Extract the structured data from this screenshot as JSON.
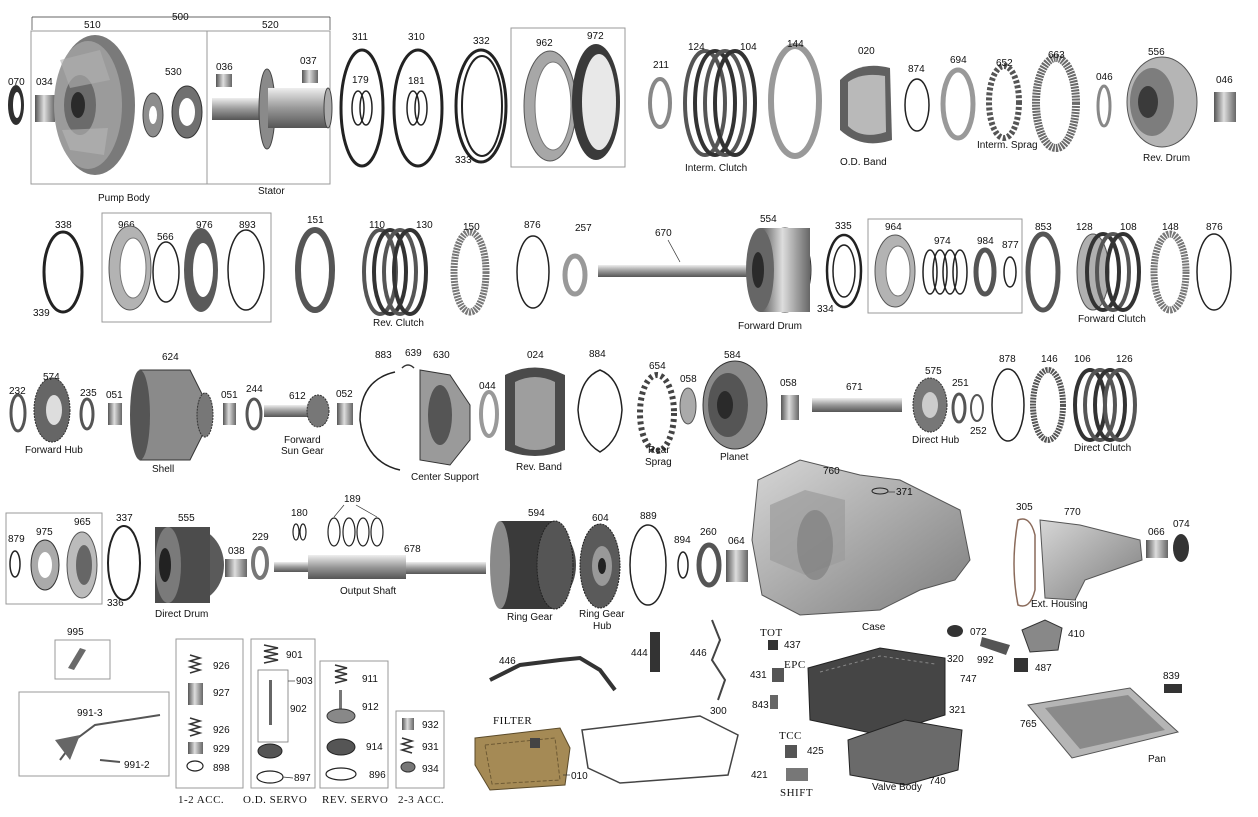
{
  "labels": {
    "r1": {
      "n500": "500",
      "n510": "510",
      "n520": "520",
      "n530": "530",
      "n070": "070",
      "n034": "034",
      "n036": "036",
      "n037": "037",
      "pump_body": "Pump Body",
      "stator": "Stator",
      "n311": "311",
      "n179": "179",
      "n310": "310",
      "n181": "181",
      "n332": "332",
      "n333": "333",
      "n962": "962",
      "n972": "972",
      "n211": "211",
      "n124": "124",
      "n104": "104",
      "n144": "144",
      "interm_clutch": "Interm. Clutch",
      "n020": "020",
      "od_band": "O.D. Band",
      "n874": "874",
      "n694": "694",
      "n652": "652",
      "interm_sprag": "Interm. Sprag",
      "n663": "663",
      "n046a": "046",
      "n556": "556",
      "n046b": "046",
      "rev_drum": "Rev. Drum"
    },
    "r2": {
      "n338": "338",
      "n339": "339",
      "n966": "966",
      "n566": "566",
      "n976": "976",
      "n893": "893",
      "n151": "151",
      "n110": "110",
      "n130": "130",
      "rev_clutch": "Rev. Clutch",
      "n150": "150",
      "n876a": "876",
      "n257": "257",
      "n670": "670",
      "n554": "554",
      "forward_drum": "Forward Drum",
      "n335": "335",
      "n334": "334",
      "n964": "964",
      "n974": "974",
      "n984": "984",
      "n877": "877",
      "n853": "853",
      "n128": "128",
      "n108": "108",
      "n148": "148",
      "n876b": "876",
      "forward_clutch": "Forward Clutch"
    },
    "r3": {
      "n232": "232",
      "n574": "574",
      "n235": "235",
      "forward_hub": "Forward Hub",
      "n051a": "051",
      "n624": "624",
      "shell": "Shell",
      "n051b": "051",
      "n244": "244",
      "n612": "612",
      "forward_sun_gear_1": "Forward",
      "forward_sun_gear_2": "Sun Gear",
      "n052": "052",
      "n883": "883",
      "n639": "639",
      "n630": "630",
      "center_support": "Center Support",
      "n044": "044",
      "n024": "024",
      "rev_band": "Rev. Band",
      "n884": "884",
      "n654": "654",
      "n058a": "058",
      "rear_sprag_1": "Rear",
      "rear_sprag_2": "Sprag",
      "n584": "584",
      "planet": "Planet",
      "n058b": "058",
      "n671": "671",
      "n575": "575",
      "n251": "251",
      "n252": "252",
      "direct_hub": "Direct Hub",
      "n878": "878",
      "n146": "146",
      "n106": "106",
      "n126": "126",
      "direct_clutch": "Direct Clutch"
    },
    "r4": {
      "n879": "879",
      "n975": "975",
      "n965": "965",
      "n337": "337",
      "n336": "336",
      "n555": "555",
      "direct_drum": "Direct Drum",
      "n229": "229",
      "n038": "038",
      "n180": "180",
      "n189": "189",
      "n678": "678",
      "output_shaft": "Output Shaft",
      "n594": "594",
      "ring_gear": "Ring Gear",
      "n604": "604",
      "ring_gear_hub_1": "Ring Gear",
      "ring_gear_hub_2": "Hub",
      "n889": "889",
      "n894": "894",
      "n260": "260",
      "n064": "064",
      "n760": "760",
      "n371": "371",
      "case": "Case",
      "n305": "305",
      "n770": "770",
      "n066": "066",
      "n074": "074",
      "ext_housing": "Ext. Housing"
    },
    "r5": {
      "n995": "995",
      "n991_3": "991-3",
      "n991_2": "991-2",
      "n926a": "926",
      "n927": "927",
      "n926b": "926",
      "n929": "929",
      "n898": "898",
      "acc_12": "1-2  ACC.",
      "n901": "901",
      "n903": "903",
      "n902": "902",
      "n897": "897",
      "od_servo": "O.D.  SERVO",
      "n911": "911",
      "n912": "912",
      "n914": "914",
      "n896": "896",
      "rev_servo": "REV.  SERVO",
      "n932": "932",
      "n931": "931",
      "n934": "934",
      "acc_23": "2-3  ACC.",
      "n446a": "446",
      "n444": "444",
      "n446b": "446",
      "filter": "FILTER",
      "n010": "010",
      "n300": "300",
      "tot": "TOT",
      "n437": "437",
      "epc": "EPC",
      "n431": "431",
      "n843": "843",
      "tcc": "TCC",
      "n425": "425",
      "n421": "421",
      "shift": "SHIFT",
      "n320": "320",
      "n747": "747",
      "n321": "321",
      "n740": "740",
      "valve_body": "Valve Body",
      "n072": "072",
      "n992": "992",
      "n487": "487",
      "n410": "410",
      "n839": "839",
      "n765": "765",
      "pan": "Pan"
    }
  },
  "colors": {
    "metal_dark": "#3a3a3a",
    "metal_mid": "#8a8a8a",
    "metal_light": "#c8c8c8",
    "bronze": "#b8a888",
    "filter_gold": "#a58a55",
    "box_stroke": "#999999"
  }
}
